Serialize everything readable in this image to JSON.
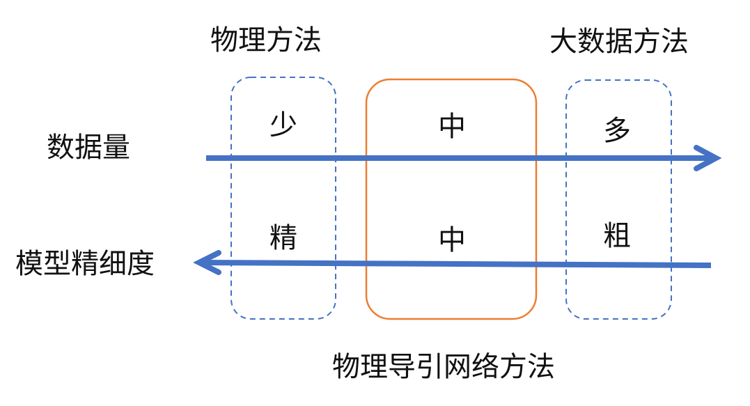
{
  "title_physics": "物理方法",
  "title_bigdata": "大数据方法",
  "title_pgnn": "物理导引网络方法",
  "row_data_label": "数据量",
  "row_model_label": "模型精细度",
  "physics": {
    "data": "少",
    "model": "精"
  },
  "pgnn": {
    "data": "中",
    "model": "中"
  },
  "bigdata": {
    "data": "多",
    "model": "粗"
  },
  "colors": {
    "arrow": "#4472C4",
    "dashed_box": "#4472C4",
    "solid_box": "#ED7D31",
    "text": "#111111"
  }
}
